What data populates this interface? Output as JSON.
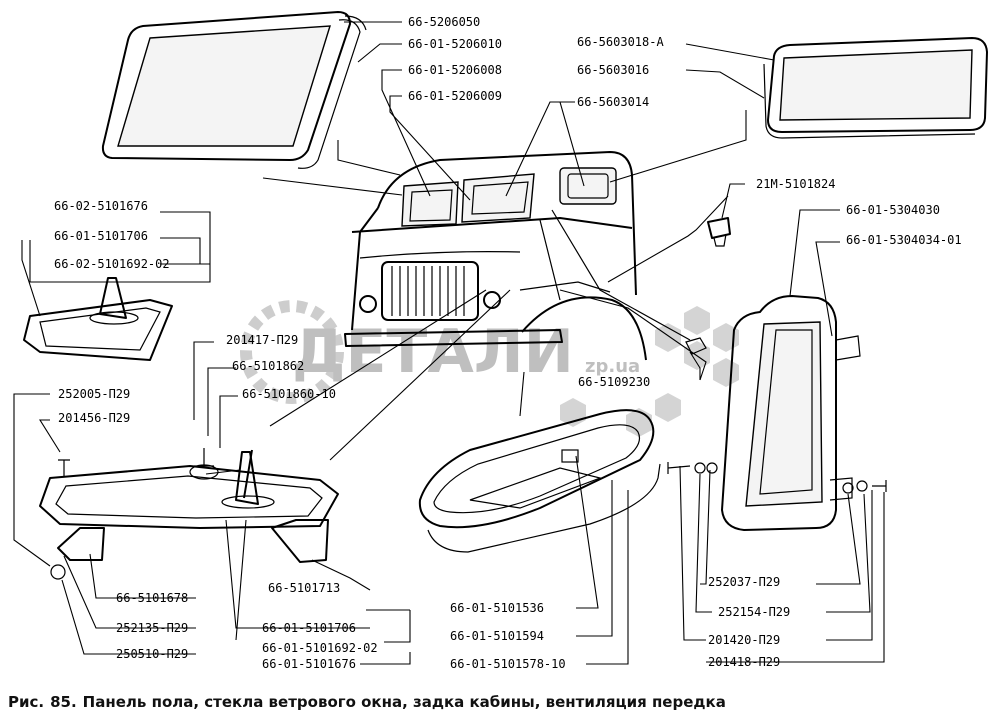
{
  "watermark": {
    "text": "ДЕТАЛИ",
    "suffix": "zp.ua"
  },
  "caption": {
    "prefix": "Рис.",
    "number": "85.",
    "title": "Панель пола, стекла ветрового окна, задка кабины, вентиляция передка"
  },
  "labels": {
    "p1": "66-5206050",
    "p2": "66-01-5206010",
    "p3": "66-01-5206008",
    "p4": "66-01-5206009",
    "p5": "66-5603018-А",
    "p6": "66-5603016",
    "p7": "66-5603014",
    "p8": "21М-5101824",
    "p9": "66-01-5304030",
    "p10": "66-01-5304034-01",
    "p11": "66-02-5101676",
    "p12": "66-01-5101706",
    "p13": "66-02-5101692-02",
    "p14": "201417-П29",
    "p15": "66-5101862",
    "p16": "66-5101860-10",
    "p17": "252005-П29",
    "p18": "201456-П29",
    "p19": "66-5109230",
    "p20": "66-5101713",
    "p21": "66-5101678",
    "p22": "252135-П29",
    "p23": "250510-П29",
    "p24": "66-01-5101706",
    "p25": "66-01-5101692-02",
    "p26": "66-01-5101676",
    "p27": "66-01-5101536",
    "p28": "66-01-5101594",
    "p29": "66-01-5101578-10",
    "p30": "252037-П29",
    "p31": "252154-П29",
    "p32": "201420-П29",
    "p33": "201418-П29"
  }
}
